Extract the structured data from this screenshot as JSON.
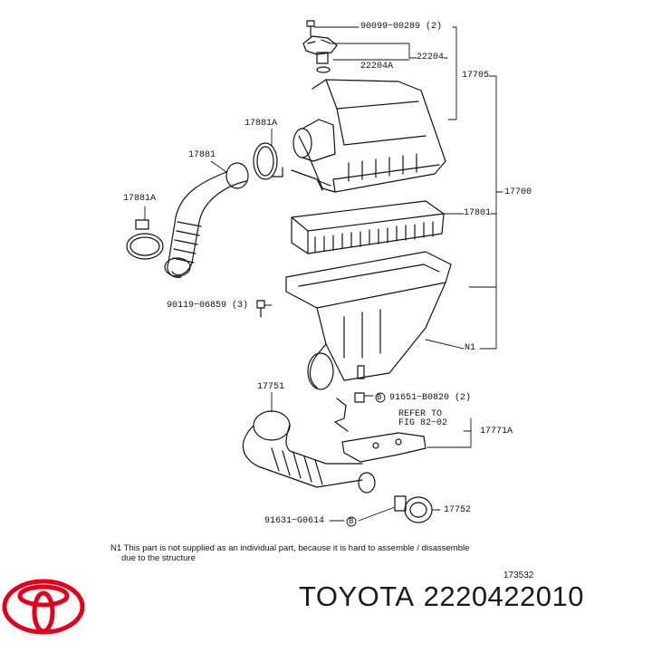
{
  "labels": {
    "p90099": "90099−00289 (2)",
    "p22204": "22204",
    "p22204A": "22204A",
    "p17705": "17705",
    "p17881A_top": "17881A",
    "p17881": "17881",
    "p17881A_left": "17881A",
    "p17700": "17700",
    "p17801": "17801",
    "p90119": "90119−06859 (3)",
    "pN1": "N1",
    "p17751": "17751",
    "p91651": "91651−B0820 (2)",
    "refer1": "REFER TO",
    "refer2": "FIG 82−02",
    "p17771A": "17771A",
    "p17752": "17752",
    "p91631": "91631−G0614",
    "bmark1": "B",
    "bmark2": "B"
  },
  "footnote": {
    "line1": "N1  This part is not supplied as an individual part, because it is hard to assemble / disassemble",
    "line2": "due to the structure"
  },
  "figure_number": "173532",
  "brand": {
    "name": "TOYOTA",
    "part_number": "2220422010",
    "logo_color": "#e2001a"
  }
}
